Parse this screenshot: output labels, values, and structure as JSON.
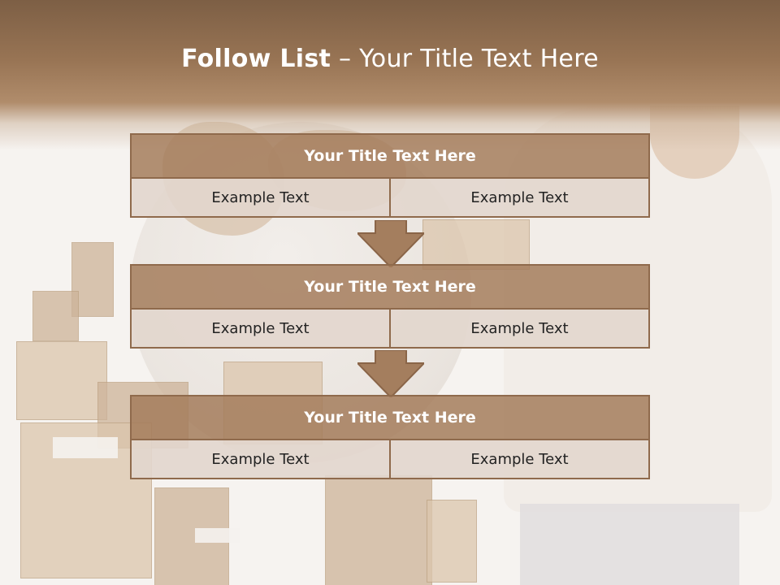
{
  "slide": {
    "title_bold": "Follow List",
    "title_rest": " – Your Title Text Here"
  },
  "blocks": [
    {
      "title": "Your Title Text Here",
      "cells": [
        "Example Text",
        "Example Text"
      ]
    },
    {
      "title": "Your Title Text Here",
      "cells": [
        "Example Text",
        "Example Text"
      ]
    },
    {
      "title": "Your Title Text Here",
      "cells": [
        "Example Text",
        "Example Text"
      ]
    }
  ],
  "colors": {
    "header_band": "#987454",
    "block_header": "#a57d5c",
    "block_border": "#8f6a4c",
    "cell_fill": "#e2d6cd",
    "arrow": "#a47e5e"
  },
  "icons": [
    "down-arrow-icon",
    "down-arrow-icon"
  ]
}
